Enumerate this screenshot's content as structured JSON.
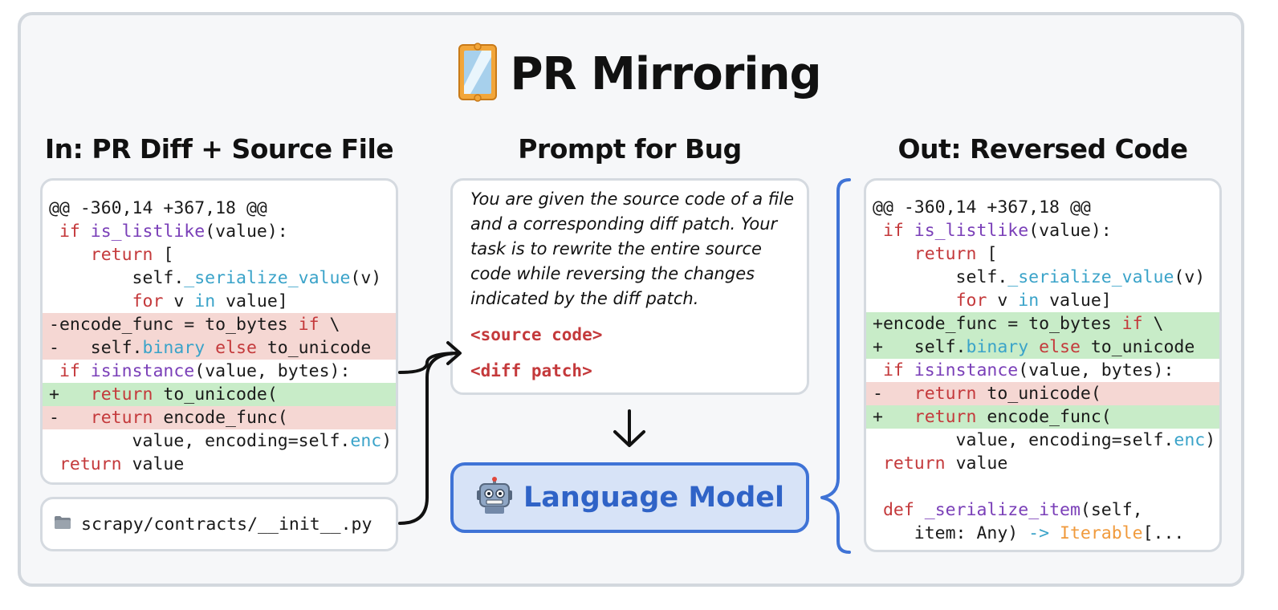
{
  "title": {
    "text": "PR Mirroring",
    "icon": "mirror-icon"
  },
  "columns": {
    "input_heading": "In: PR Diff + Source File",
    "prompt_heading": "Prompt for Bug",
    "output_heading": "Out: Reversed Code"
  },
  "input_diff": {
    "lines": [
      {
        "type": "ctx",
        "tokens": [
          {
            "t": "@@ -360,14 +367,18 @@",
            "c": ""
          }
        ]
      },
      {
        "type": "ctx",
        "tokens": [
          {
            "t": " ",
            "c": ""
          },
          {
            "t": "if",
            "c": "kw"
          },
          {
            "t": " ",
            "c": ""
          },
          {
            "t": "is_listlike",
            "c": "fn"
          },
          {
            "t": "(value):",
            "c": ""
          }
        ]
      },
      {
        "type": "ctx",
        "tokens": [
          {
            "t": "    ",
            "c": ""
          },
          {
            "t": "return",
            "c": "kw"
          },
          {
            "t": " [",
            "c": ""
          }
        ]
      },
      {
        "type": "ctx",
        "tokens": [
          {
            "t": "        self.",
            "c": ""
          },
          {
            "t": "_serialize_value",
            "c": "at"
          },
          {
            "t": "(v)",
            "c": ""
          }
        ]
      },
      {
        "type": "ctx",
        "tokens": [
          {
            "t": "        ",
            "c": ""
          },
          {
            "t": "for",
            "c": "kw"
          },
          {
            "t": " v ",
            "c": ""
          },
          {
            "t": "in",
            "c": "at"
          },
          {
            "t": " value]",
            "c": ""
          }
        ]
      },
      {
        "type": "del",
        "tokens": [
          {
            "t": "-encode_func = to_bytes ",
            "c": ""
          },
          {
            "t": "if",
            "c": "kw"
          },
          {
            "t": " \\",
            "c": ""
          }
        ]
      },
      {
        "type": "del",
        "tokens": [
          {
            "t": "-   self.",
            "c": ""
          },
          {
            "t": "binary",
            "c": "at"
          },
          {
            "t": " ",
            "c": ""
          },
          {
            "t": "else",
            "c": "kw"
          },
          {
            "t": " to_unicode",
            "c": ""
          }
        ]
      },
      {
        "type": "ctx",
        "tokens": [
          {
            "t": " ",
            "c": ""
          },
          {
            "t": "if",
            "c": "kw"
          },
          {
            "t": " ",
            "c": ""
          },
          {
            "t": "isinstance",
            "c": "fn"
          },
          {
            "t": "(value, bytes):",
            "c": ""
          }
        ]
      },
      {
        "type": "add",
        "tokens": [
          {
            "t": "+   ",
            "c": ""
          },
          {
            "t": "return",
            "c": "kw"
          },
          {
            "t": " to_unicode(",
            "c": ""
          }
        ]
      },
      {
        "type": "del",
        "tokens": [
          {
            "t": "-   ",
            "c": ""
          },
          {
            "t": "return",
            "c": "kw"
          },
          {
            "t": " encode_func(",
            "c": ""
          }
        ]
      },
      {
        "type": "ctx",
        "tokens": [
          {
            "t": "        value, encoding=self.",
            "c": ""
          },
          {
            "t": "enc",
            "c": "at"
          },
          {
            "t": ")",
            "c": ""
          }
        ]
      },
      {
        "type": "ctx",
        "tokens": [
          {
            "t": " ",
            "c": ""
          },
          {
            "t": "return",
            "c": "kw"
          },
          {
            "t": " value",
            "c": ""
          }
        ]
      }
    ]
  },
  "source_file": {
    "icon": "folder-icon",
    "path": "scrapy/contracts/__init__.py"
  },
  "prompt": {
    "text": "You are given the source code of a file and a corresponding diff patch. Your task is to rewrite the entire source code while reversing the changes indicated by the diff patch.",
    "source_tag": "<source code>",
    "diff_tag": "<diff patch>"
  },
  "model": {
    "label": "Language Model",
    "icon": "robot-icon"
  },
  "output_code": {
    "lines": [
      {
        "type": "ctx",
        "tokens": [
          {
            "t": "@@ -360,14 +367,18 @@",
            "c": ""
          }
        ]
      },
      {
        "type": "ctx",
        "tokens": [
          {
            "t": " ",
            "c": ""
          },
          {
            "t": "if",
            "c": "kw"
          },
          {
            "t": " ",
            "c": ""
          },
          {
            "t": "is_listlike",
            "c": "fn"
          },
          {
            "t": "(value):",
            "c": ""
          }
        ]
      },
      {
        "type": "ctx",
        "tokens": [
          {
            "t": "    ",
            "c": ""
          },
          {
            "t": "return",
            "c": "kw"
          },
          {
            "t": " [",
            "c": ""
          }
        ]
      },
      {
        "type": "ctx",
        "tokens": [
          {
            "t": "        self.",
            "c": ""
          },
          {
            "t": "_serialize_value",
            "c": "at"
          },
          {
            "t": "(v)",
            "c": ""
          }
        ]
      },
      {
        "type": "ctx",
        "tokens": [
          {
            "t": "        ",
            "c": ""
          },
          {
            "t": "for",
            "c": "kw"
          },
          {
            "t": " v ",
            "c": ""
          },
          {
            "t": "in",
            "c": "at"
          },
          {
            "t": " value]",
            "c": ""
          }
        ]
      },
      {
        "type": "add",
        "tokens": [
          {
            "t": "+encode_func = to_bytes ",
            "c": ""
          },
          {
            "t": "if",
            "c": "kw"
          },
          {
            "t": " \\",
            "c": ""
          }
        ]
      },
      {
        "type": "add",
        "tokens": [
          {
            "t": "+   self.",
            "c": ""
          },
          {
            "t": "binary",
            "c": "at"
          },
          {
            "t": " ",
            "c": ""
          },
          {
            "t": "else",
            "c": "kw"
          },
          {
            "t": " to_unicode",
            "c": ""
          }
        ]
      },
      {
        "type": "ctx",
        "tokens": [
          {
            "t": " ",
            "c": ""
          },
          {
            "t": "if",
            "c": "kw"
          },
          {
            "t": " ",
            "c": ""
          },
          {
            "t": "isinstance",
            "c": "fn"
          },
          {
            "t": "(value, bytes):",
            "c": ""
          }
        ]
      },
      {
        "type": "del",
        "tokens": [
          {
            "t": "-   ",
            "c": ""
          },
          {
            "t": "return",
            "c": "kw"
          },
          {
            "t": " to_unicode(",
            "c": ""
          }
        ]
      },
      {
        "type": "add",
        "tokens": [
          {
            "t": "+   ",
            "c": ""
          },
          {
            "t": "return",
            "c": "kw"
          },
          {
            "t": " encode_func(",
            "c": ""
          }
        ]
      },
      {
        "type": "ctx",
        "tokens": [
          {
            "t": "        value, encoding=self.",
            "c": ""
          },
          {
            "t": "enc",
            "c": "at"
          },
          {
            "t": ")",
            "c": ""
          }
        ]
      },
      {
        "type": "ctx",
        "tokens": [
          {
            "t": " ",
            "c": ""
          },
          {
            "t": "return",
            "c": "kw"
          },
          {
            "t": " value",
            "c": ""
          }
        ]
      },
      {
        "type": "ctx",
        "tokens": [
          {
            "t": "",
            "c": ""
          }
        ]
      },
      {
        "type": "ctx",
        "tokens": [
          {
            "t": " ",
            "c": ""
          },
          {
            "t": "def",
            "c": "kw"
          },
          {
            "t": " ",
            "c": ""
          },
          {
            "t": "_serialize_item",
            "c": "fn"
          },
          {
            "t": "(self,",
            "c": ""
          }
        ]
      },
      {
        "type": "ctx",
        "tokens": [
          {
            "t": "    item: Any) ",
            "c": ""
          },
          {
            "t": "->",
            "c": "at"
          },
          {
            "t": " ",
            "c": ""
          },
          {
            "t": "Iterable",
            "c": "ty"
          },
          {
            "t": "[...",
            "c": ""
          }
        ]
      }
    ]
  },
  "colors": {
    "frame_border": "#d3d8de",
    "frame_bg": "#f6f7f9",
    "deletion_bg": "#f5d7d3",
    "addition_bg": "#c8ecc8",
    "keyword": "#c4393b",
    "function": "#7a3fb8",
    "attribute": "#3aa3c9",
    "type": "#f09a3c",
    "model_accent": "#3f73d6",
    "model_fill": "#d7e3f7"
  }
}
